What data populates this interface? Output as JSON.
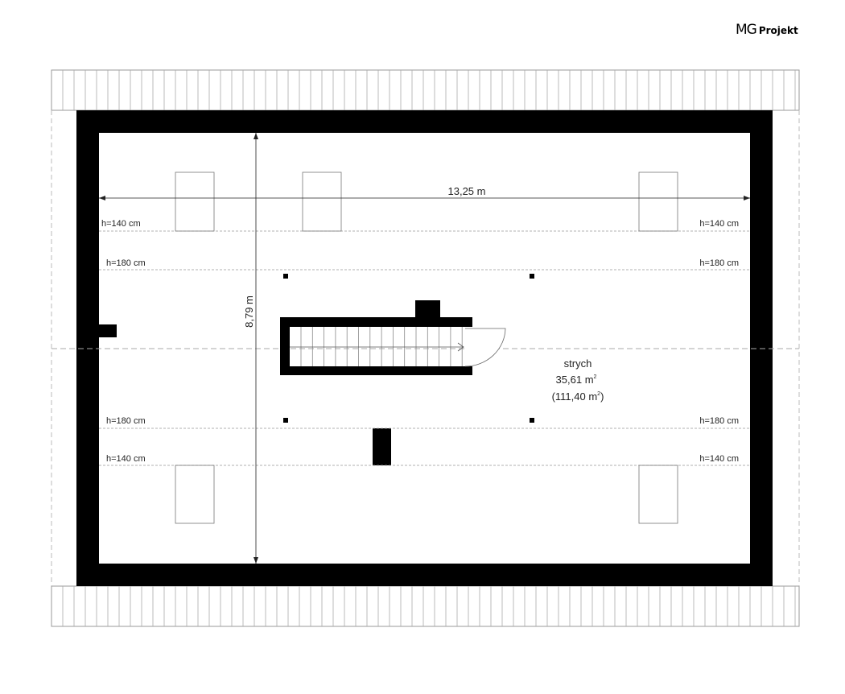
{
  "logo": {
    "brand": "MG",
    "suffix": "Projekt"
  },
  "dimensions": {
    "width": "13,25 m",
    "depth": "8,79 m"
  },
  "height_lines": {
    "h140": "h=140 cm",
    "h180": "h=180 cm"
  },
  "room": {
    "name": "strych",
    "area": "35,61 m",
    "area_total": "(111,40 m",
    "area_total_close": ")",
    "sup": "2"
  },
  "colors": {
    "wall": "#000000",
    "line": "#888888",
    "dash": "#aaaaaa"
  }
}
